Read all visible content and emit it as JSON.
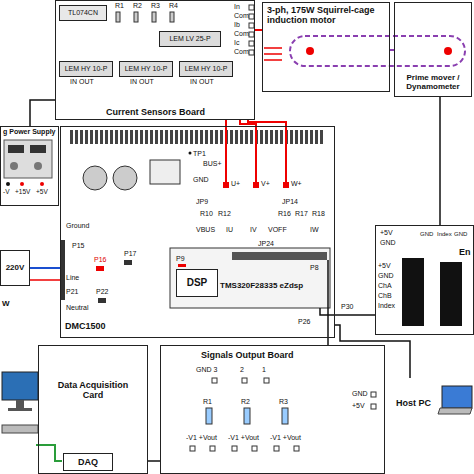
{
  "diagram": {
    "nodes": [
      {
        "text": [
          "Current Sensors Board"
        ]
      },
      {
        "text": [
          "TL074CN"
        ],
        "in": 0
      },
      {
        "text": [
          "LEM LV 25-P"
        ],
        "in": 0
      },
      {
        "text": [
          "LEM HY 10-P"
        ],
        "in": 0
      },
      {
        "text": [
          "LEM HY 10-P"
        ],
        "in": 0
      },
      {
        "text": [
          "LEM HY 10-P"
        ],
        "in": 0
      },
      {
        "text": [
          "3-ph, 175W Squirrel-cage induction motor"
        ]
      },
      {
        "text": [
          "Prime mover / Dynamometer"
        ]
      },
      {
        "text": [
          "g Power Supply"
        ]
      },
      {
        "text": [
          "DMC1500"
        ]
      },
      {
        "text": [
          "DSP"
        ],
        "in": 9
      },
      {
        "text": [
          "220V"
        ]
      },
      {
        "text": [
          "En"
        ]
      },
      {
        "text": [
          "Signals Output Board"
        ]
      },
      {
        "text": [
          "Data Acquisition Card"
        ]
      },
      {
        "text": [
          "DAQ"
        ],
        "in": 14
      },
      {
        "text": [
          "Host PC"
        ]
      }
    ],
    "edges": [
      {
        "from": 9,
        "to": 0,
        "arrow": "none"
      },
      {
        "from": 0,
        "to": 6,
        "arrow": "none"
      },
      {
        "from": 8,
        "to": 0,
        "arrow": "none"
      },
      {
        "from": 11,
        "to": 9,
        "arrow": "none"
      },
      {
        "from": 9,
        "to": 12,
        "arrow": "none"
      },
      {
        "from": 12,
        "to": 7,
        "arrow": "none"
      },
      {
        "from": 6,
        "to": 7,
        "arrow": "none"
      },
      {
        "from": 9,
        "to": 13,
        "arrow": "none"
      },
      {
        "from": 13,
        "to": 14,
        "arrow": "none"
      },
      {
        "from": 16,
        "to": 9,
        "arrow": "none"
      }
    ],
    "labels": [
      "R1",
      "R2",
      "R3",
      "R4",
      "IN OUT",
      "IN OUT",
      "IN OUT",
      "In",
      "Com",
      "Ib",
      "Com",
      "Ic",
      "Com",
      "-V",
      "+15V",
      "+5V",
      "TP1",
      "BUS+",
      "GND",
      "U+",
      "V+",
      "W+",
      "JP9",
      "R10",
      "R12",
      "VBUS",
      "IU",
      "JP14",
      "R16",
      "R18",
      "R17",
      "IV",
      "VOFF",
      "IW",
      "JP24",
      "Ground",
      "P15",
      "P16",
      "P17",
      "Line",
      "P21",
      "P22",
      "Neutral",
      "P9",
      "P8",
      "TMS320F28335 eZdsp",
      "P26",
      "W",
      "+5V",
      "GND",
      "GND",
      "Index",
      "GND",
      "P30",
      "+5V",
      "GND",
      "ChA",
      "ChB",
      "Index",
      "GND 3",
      "2",
      "1",
      "R1",
      "R2",
      "R3",
      "-V1 +Vout",
      "-V1 +Vout",
      "-V1 +Vout",
      "GND",
      "+5V"
    ]
  }
}
